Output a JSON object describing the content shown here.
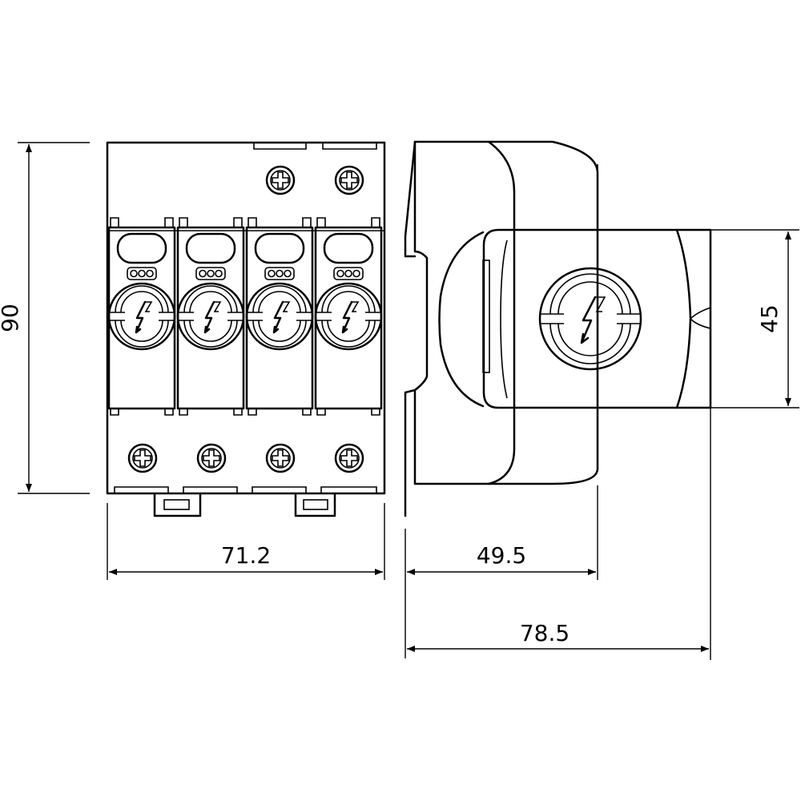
{
  "dimensions": {
    "height_total": "90",
    "width_front": "71.2",
    "depth_body": "49.5",
    "depth_total": "78.5",
    "height_handle": "45"
  },
  "module_count": 4,
  "icons": {
    "terminal_screw": "screw-icon",
    "surge_symbol": "lightning-ring-icon"
  }
}
